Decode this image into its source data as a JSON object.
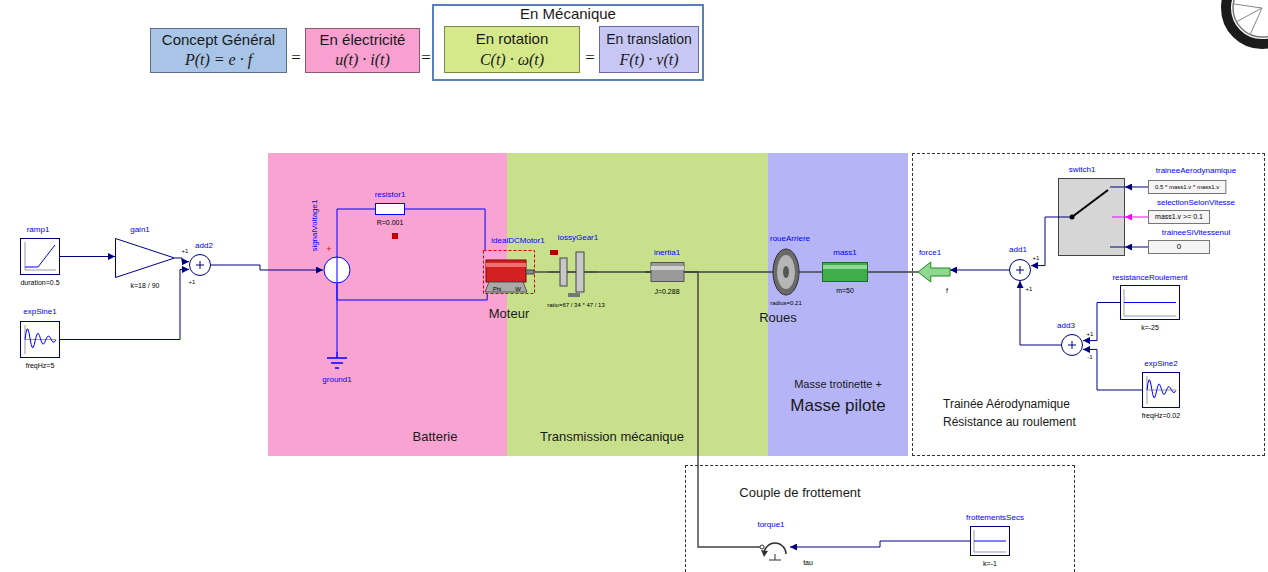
{
  "diagram": {
    "nodes": [
      {
        "text": [
          "Concept Général",
          "P(t) = e · f"
        ]
      },
      {
        "text": [
          "En électricité",
          "u(t) · i(t)"
        ]
      },
      {
        "text": [
          "En Mécanique"
        ]
      },
      {
        "text": [
          "En rotation",
          "C(t) · ω(t)"
        ],
        "in": 2
      },
      {
        "text": [
          "En translation",
          "F(t) · v(t)"
        ],
        "in": 2
      },
      {
        "text": [
          "ramp1",
          "duration=0.5"
        ]
      },
      {
        "text": [
          "gain1",
          "k=18 / 90"
        ]
      },
      {
        "text": [
          "add2",
          "+1",
          "+1"
        ]
      },
      {
        "text": [
          "expSine1",
          "freqHz=5"
        ]
      },
      {
        "text": [
          "Batterie"
        ]
      },
      {
        "text": [
          "signalVoltage1",
          "+"
        ],
        "in": 9
      },
      {
        "text": [
          "resistor1",
          "R=0.001"
        ],
        "in": 9
      },
      {
        "text": [
          "idealDCMotor1",
          "Phi",
          "W",
          "Moteur"
        ],
        "in": 9
      },
      {
        "text": [
          "ground1"
        ],
        "in": 9
      },
      {
        "text": [
          "Transmission mécanique"
        ]
      },
      {
        "text": [
          "lossyGear1",
          "ratio=67 / 34 * 47 / 13"
        ],
        "in": 14
      },
      {
        "text": [
          "inertia1",
          "J=0.288"
        ],
        "in": 14
      },
      {
        "text": [
          "Masse trotinette +",
          "Masse pilote"
        ]
      },
      {
        "text": [
          "roueArriere",
          "radius=0.21",
          "Roues"
        ],
        "in": 17
      },
      {
        "text": [
          "mass1",
          "m=50"
        ],
        "in": 17
      },
      {
        "text": [
          "Trainée Aérodynamique",
          "Résistance au roulement"
        ]
      },
      {
        "text": [
          "force1",
          "f"
        ],
        "in": 20
      },
      {
        "text": [
          "add1",
          "+1",
          "+1"
        ],
        "in": 20
      },
      {
        "text": [
          "switch1"
        ],
        "in": 20
      },
      {
        "text": [
          "traineeAerodynamique",
          "0.5 * mass1.v * mass1.v"
        ],
        "in": 20
      },
      {
        "text": [
          "selectionSelonVitesse",
          "mass1.v >= 0.1"
        ],
        "in": 20
      },
      {
        "text": [
          "traineeSiVitessenul",
          "0"
        ],
        "in": 20
      },
      {
        "text": [
          "resistanceRoulement",
          "k=-25"
        ],
        "in": 20
      },
      {
        "text": [
          "add3",
          "+1",
          "-1"
        ],
        "in": 20
      },
      {
        "text": [
          "expSine2",
          "freqHz=0.02"
        ],
        "in": 20
      },
      {
        "text": [
          "Couple de frottement"
        ]
      },
      {
        "text": [
          "torque1",
          "tau"
        ],
        "in": 30
      },
      {
        "text": [
          "frottementsSecs",
          "k=-1"
        ],
        "in": 30
      }
    ],
    "edges": [
      {
        "from": 5,
        "to": 6,
        "arrow": "to"
      },
      {
        "from": 6,
        "to": 7,
        "arrow": "to"
      },
      {
        "from": 8,
        "to": 7,
        "arrow": "to"
      },
      {
        "from": 7,
        "to": 10,
        "arrow": "to"
      },
      {
        "from": 10,
        "to": 11,
        "arrow": "none"
      },
      {
        "from": 11,
        "to": 12,
        "arrow": "none"
      },
      {
        "from": 10,
        "to": 12,
        "arrow": "none"
      },
      {
        "from": 10,
        "to": 13,
        "arrow": "none"
      },
      {
        "from": 12,
        "to": 15,
        "arrow": "none"
      },
      {
        "from": 15,
        "to": 16,
        "arrow": "none"
      },
      {
        "from": 16,
        "to": 18,
        "arrow": "none"
      },
      {
        "from": 16,
        "to": 31,
        "arrow": "none"
      },
      {
        "from": 18,
        "to": 19,
        "arrow": "none"
      },
      {
        "from": 19,
        "to": 21,
        "arrow": "none"
      },
      {
        "from": 22,
        "to": 21,
        "arrow": "to"
      },
      {
        "from": 23,
        "to": 22,
        "arrow": "to"
      },
      {
        "from": 24,
        "to": 23,
        "arrow": "to"
      },
      {
        "from": 25,
        "to": 23,
        "arrow": "to"
      },
      {
        "from": 26,
        "to": 23,
        "arrow": "to"
      },
      {
        "from": 27,
        "to": 28,
        "arrow": "to"
      },
      {
        "from": 29,
        "to": 28,
        "arrow": "to"
      },
      {
        "from": 28,
        "to": 22,
        "arrow": "to"
      },
      {
        "from": 32,
        "to": 31,
        "arrow": "to"
      }
    ],
    "labels": [
      "=",
      "=",
      "="
    ]
  }
}
